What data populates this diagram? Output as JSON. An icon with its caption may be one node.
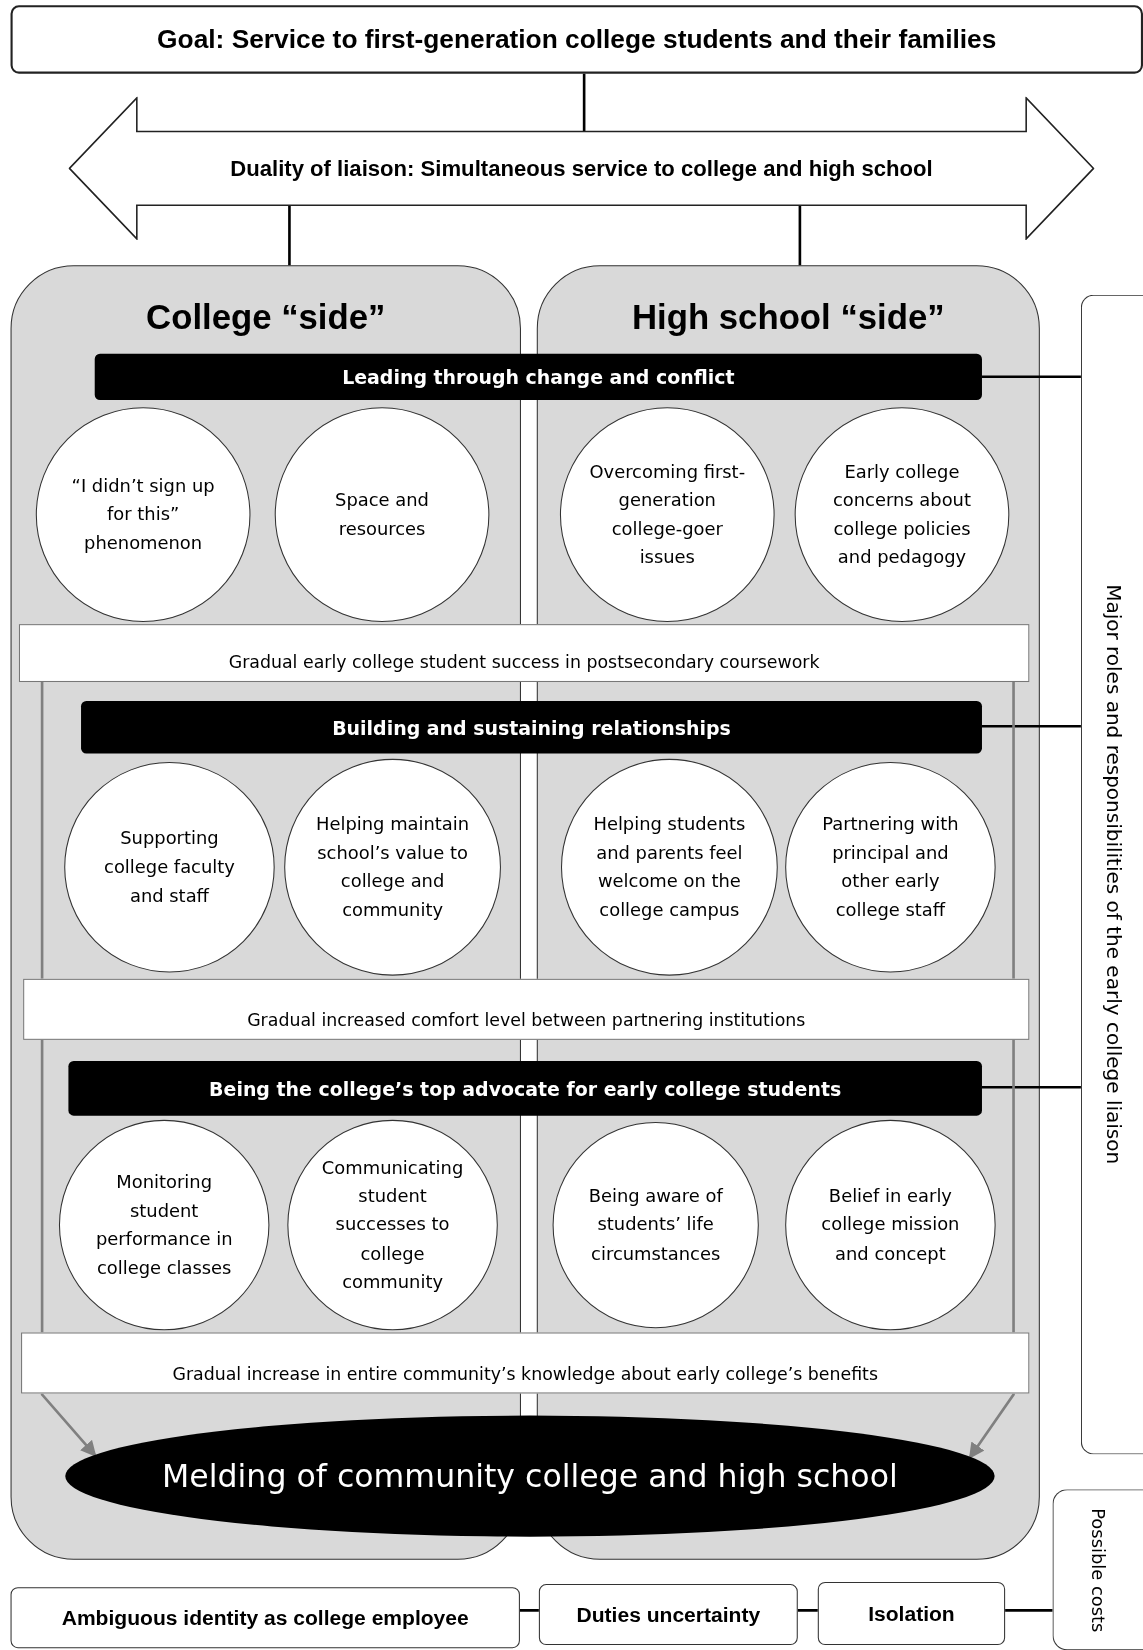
{
  "diagram": {
    "nodes": [
      {
        "text": [
          "Goal: Service to first-generation college students and their families"
        ]
      },
      {
        "text": [
          "Duality of liaison: Simultaneous service to college and high school"
        ]
      },
      {
        "text": [
          "College “side”"
        ]
      },
      {
        "text": [
          "High school “side”"
        ]
      },
      {
        "text": [
          "Leading through change and conflict"
        ]
      },
      {
        "text": [
          "“I didn’t sign up for this” phenomenon"
        ],
        "in": 2
      },
      {
        "text": [
          "Space and resources"
        ],
        "in": 2
      },
      {
        "text": [
          "Overcoming first-generation college-goer issues"
        ],
        "in": 3
      },
      {
        "text": [
          "Early college concerns about college policies and pedagogy"
        ],
        "in": 3
      },
      {
        "text": [
          "Gradual early college student success in postsecondary coursework"
        ]
      },
      {
        "text": [
          "Building and sustaining relationships"
        ]
      },
      {
        "text": [
          "Supporting college faculty and staff"
        ],
        "in": 2
      },
      {
        "text": [
          "Helping maintain school’s value to college and community"
        ],
        "in": 2
      },
      {
        "text": [
          "Helping students and parents feel welcome on the college campus"
        ],
        "in": 3
      },
      {
        "text": [
          "Partnering with principal and other early college staff"
        ],
        "in": 3
      },
      {
        "text": [
          "Gradual increased comfort level between partnering institutions"
        ]
      },
      {
        "text": [
          "Being the college’s top advocate for early college students"
        ]
      },
      {
        "text": [
          "Monitoring student performance in college classes"
        ],
        "in": 2
      },
      {
        "text": [
          "Communicating student successes to college community"
        ],
        "in": 2
      },
      {
        "text": [
          "Being aware of students’ life circumstances"
        ],
        "in": 3
      },
      {
        "text": [
          "Belief in early college mission and concept"
        ],
        "in": 3
      },
      {
        "text": [
          "Gradual increase in entire community’s knowledge about early college’s benefits"
        ]
      },
      {
        "text": [
          "Melding of community college and high school"
        ]
      },
      {
        "text": [
          "Major roles and responsibilities of the early college liaison"
        ]
      },
      {
        "text": [
          "Possible costs"
        ]
      },
      {
        "text": [
          "Ambiguous identity as college employee"
        ]
      },
      {
        "text": [
          "Duties uncertainty"
        ]
      },
      {
        "text": [
          "Isolation"
        ]
      }
    ],
    "edges": [
      {
        "from": 0,
        "to": 1,
        "arrow": "none"
      },
      {
        "from": 1,
        "to": 2,
        "arrow": "none"
      },
      {
        "from": 1,
        "to": 3,
        "arrow": "none"
      },
      {
        "from": 4,
        "to": 23,
        "arrow": "none"
      },
      {
        "from": 10,
        "to": 23,
        "arrow": "none"
      },
      {
        "from": 16,
        "to": 23,
        "arrow": "none"
      },
      {
        "from": 9,
        "to": 15,
        "arrow": "none",
        "color": "#808080"
      },
      {
        "from": 15,
        "to": 21,
        "arrow": "none",
        "color": "#808080"
      },
      {
        "from": 21,
        "to": 22,
        "arrow": "to",
        "color": "#808080"
      },
      {
        "from": 9,
        "to": 15,
        "arrow": "none",
        "color": "#808080"
      },
      {
        "from": 15,
        "to": 21,
        "arrow": "none",
        "color": "#808080"
      },
      {
        "from": 21,
        "to": 22,
        "arrow": "to",
        "color": "#808080"
      },
      {
        "from": 25,
        "to": 26,
        "arrow": "none"
      },
      {
        "from": 26,
        "to": 27,
        "arrow": "none"
      },
      {
        "from": 27,
        "to": 24,
        "arrow": "none"
      }
    ]
  }
}
